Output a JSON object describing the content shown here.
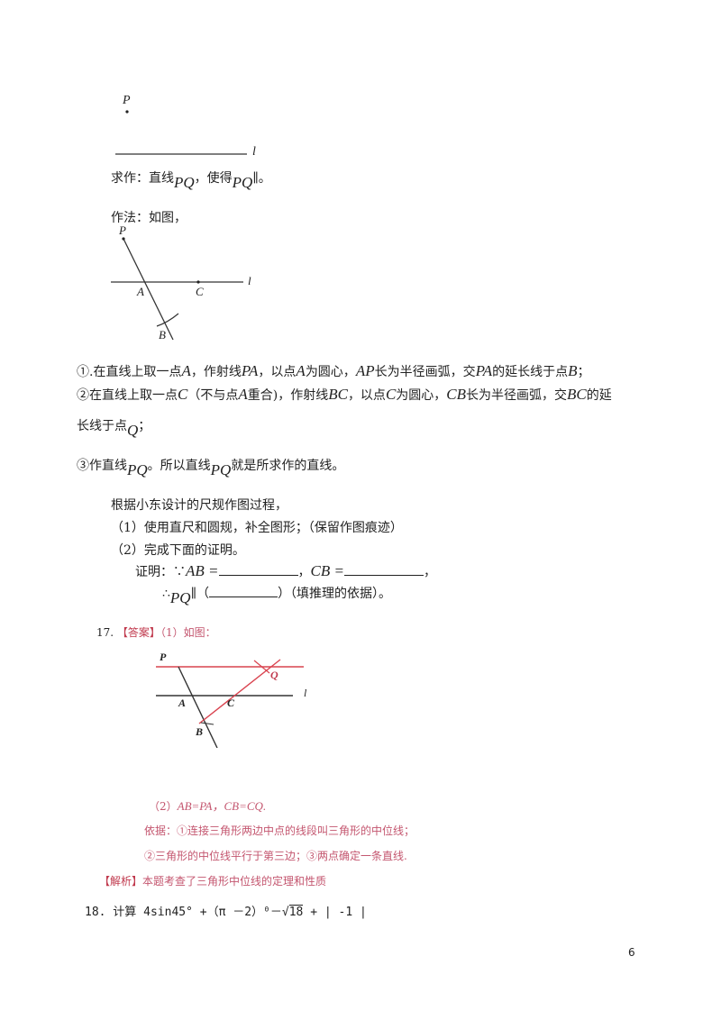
{
  "figure1": {
    "point_p": "P",
    "line_l": "l"
  },
  "requirement": {
    "prefix": "求作：直线",
    "pq1": "PQ",
    "mid": "，使得",
    "pq2": "PQ",
    "suffix": "∥。"
  },
  "method": {
    "label": "作法：如图，"
  },
  "figure2": {
    "labels": {
      "p": "P",
      "a": "A",
      "c": "C",
      "b": "B",
      "l": "l"
    }
  },
  "steps": [
    {
      "t1": "①.在直线上取一点",
      "v1": "A",
      "t2": "，作射线",
      "v2": "PA",
      "t3": "，以点",
      "v3": "A",
      "t4": "为圆心，",
      "v4": "AP",
      "t5": "长为半径画弧，交",
      "v5": "PA",
      "t6": "的延长线于点",
      "v6": "B",
      "t7": "；"
    },
    {
      "t1": "②在直线上取一点",
      "v1": "C",
      "t2": "（不与点",
      "v2": "A",
      "t3": "重合)，作射线",
      "v3": "BC",
      "t4": "，以点",
      "v4": "C",
      "t5": "为圆心，",
      "v5": "CB",
      "t6": "长为半径画弧，交",
      "v6": "BC",
      "t7": "的延"
    },
    {
      "t1": "长线于点",
      "v1": "Q",
      "t2": "；"
    },
    {
      "t1": "③作直线",
      "v1": "PQ",
      "t2": "。所以直线",
      "v2": "PQ",
      "t3": "就是所求作的直线。"
    }
  ],
  "questions": {
    "intro": "根据小东设计的尺规作图过程，",
    "q1": "（1）使用直尺和圆规，补全图形；（保留作图痕迹）",
    "q2": "（2）完成下面的证明。",
    "proof_label": "证明：∵",
    "ab": "AB =",
    "cb": "CB =",
    "comma": "，",
    "therefore": "∴",
    "pq": "PQ",
    "parallel": "∥（",
    "close": "）（填推理的依据）。"
  },
  "answer": {
    "number": "17.",
    "tag": "【答案】",
    "part1": "（1）如图：",
    "figure": {
      "p": "P",
      "q": "Q",
      "a": "A",
      "c": "C",
      "b": "B",
      "l": "l"
    },
    "part2_label": "（2）",
    "part2_value": "AB=PA，CB=CQ.",
    "basis1": "依据：①连接三角形两边中点的线段叫三角形的中位线；",
    "basis2": "②三角形的中位线平行于第三边；③两点确定一条直线.",
    "analysis_tag": "【解析】",
    "analysis": "本题考查了三角形中位线的定理和性质"
  },
  "q18": {
    "text_prefix": "18. 计算 4sin45° +（π －2）⁰－",
    "sqrt_arg": "18",
    "text_suffix": " + | -1 |"
  },
  "page_number": "6",
  "colors": {
    "answer_red": "#c0394d",
    "line_red": "#d9434f"
  }
}
